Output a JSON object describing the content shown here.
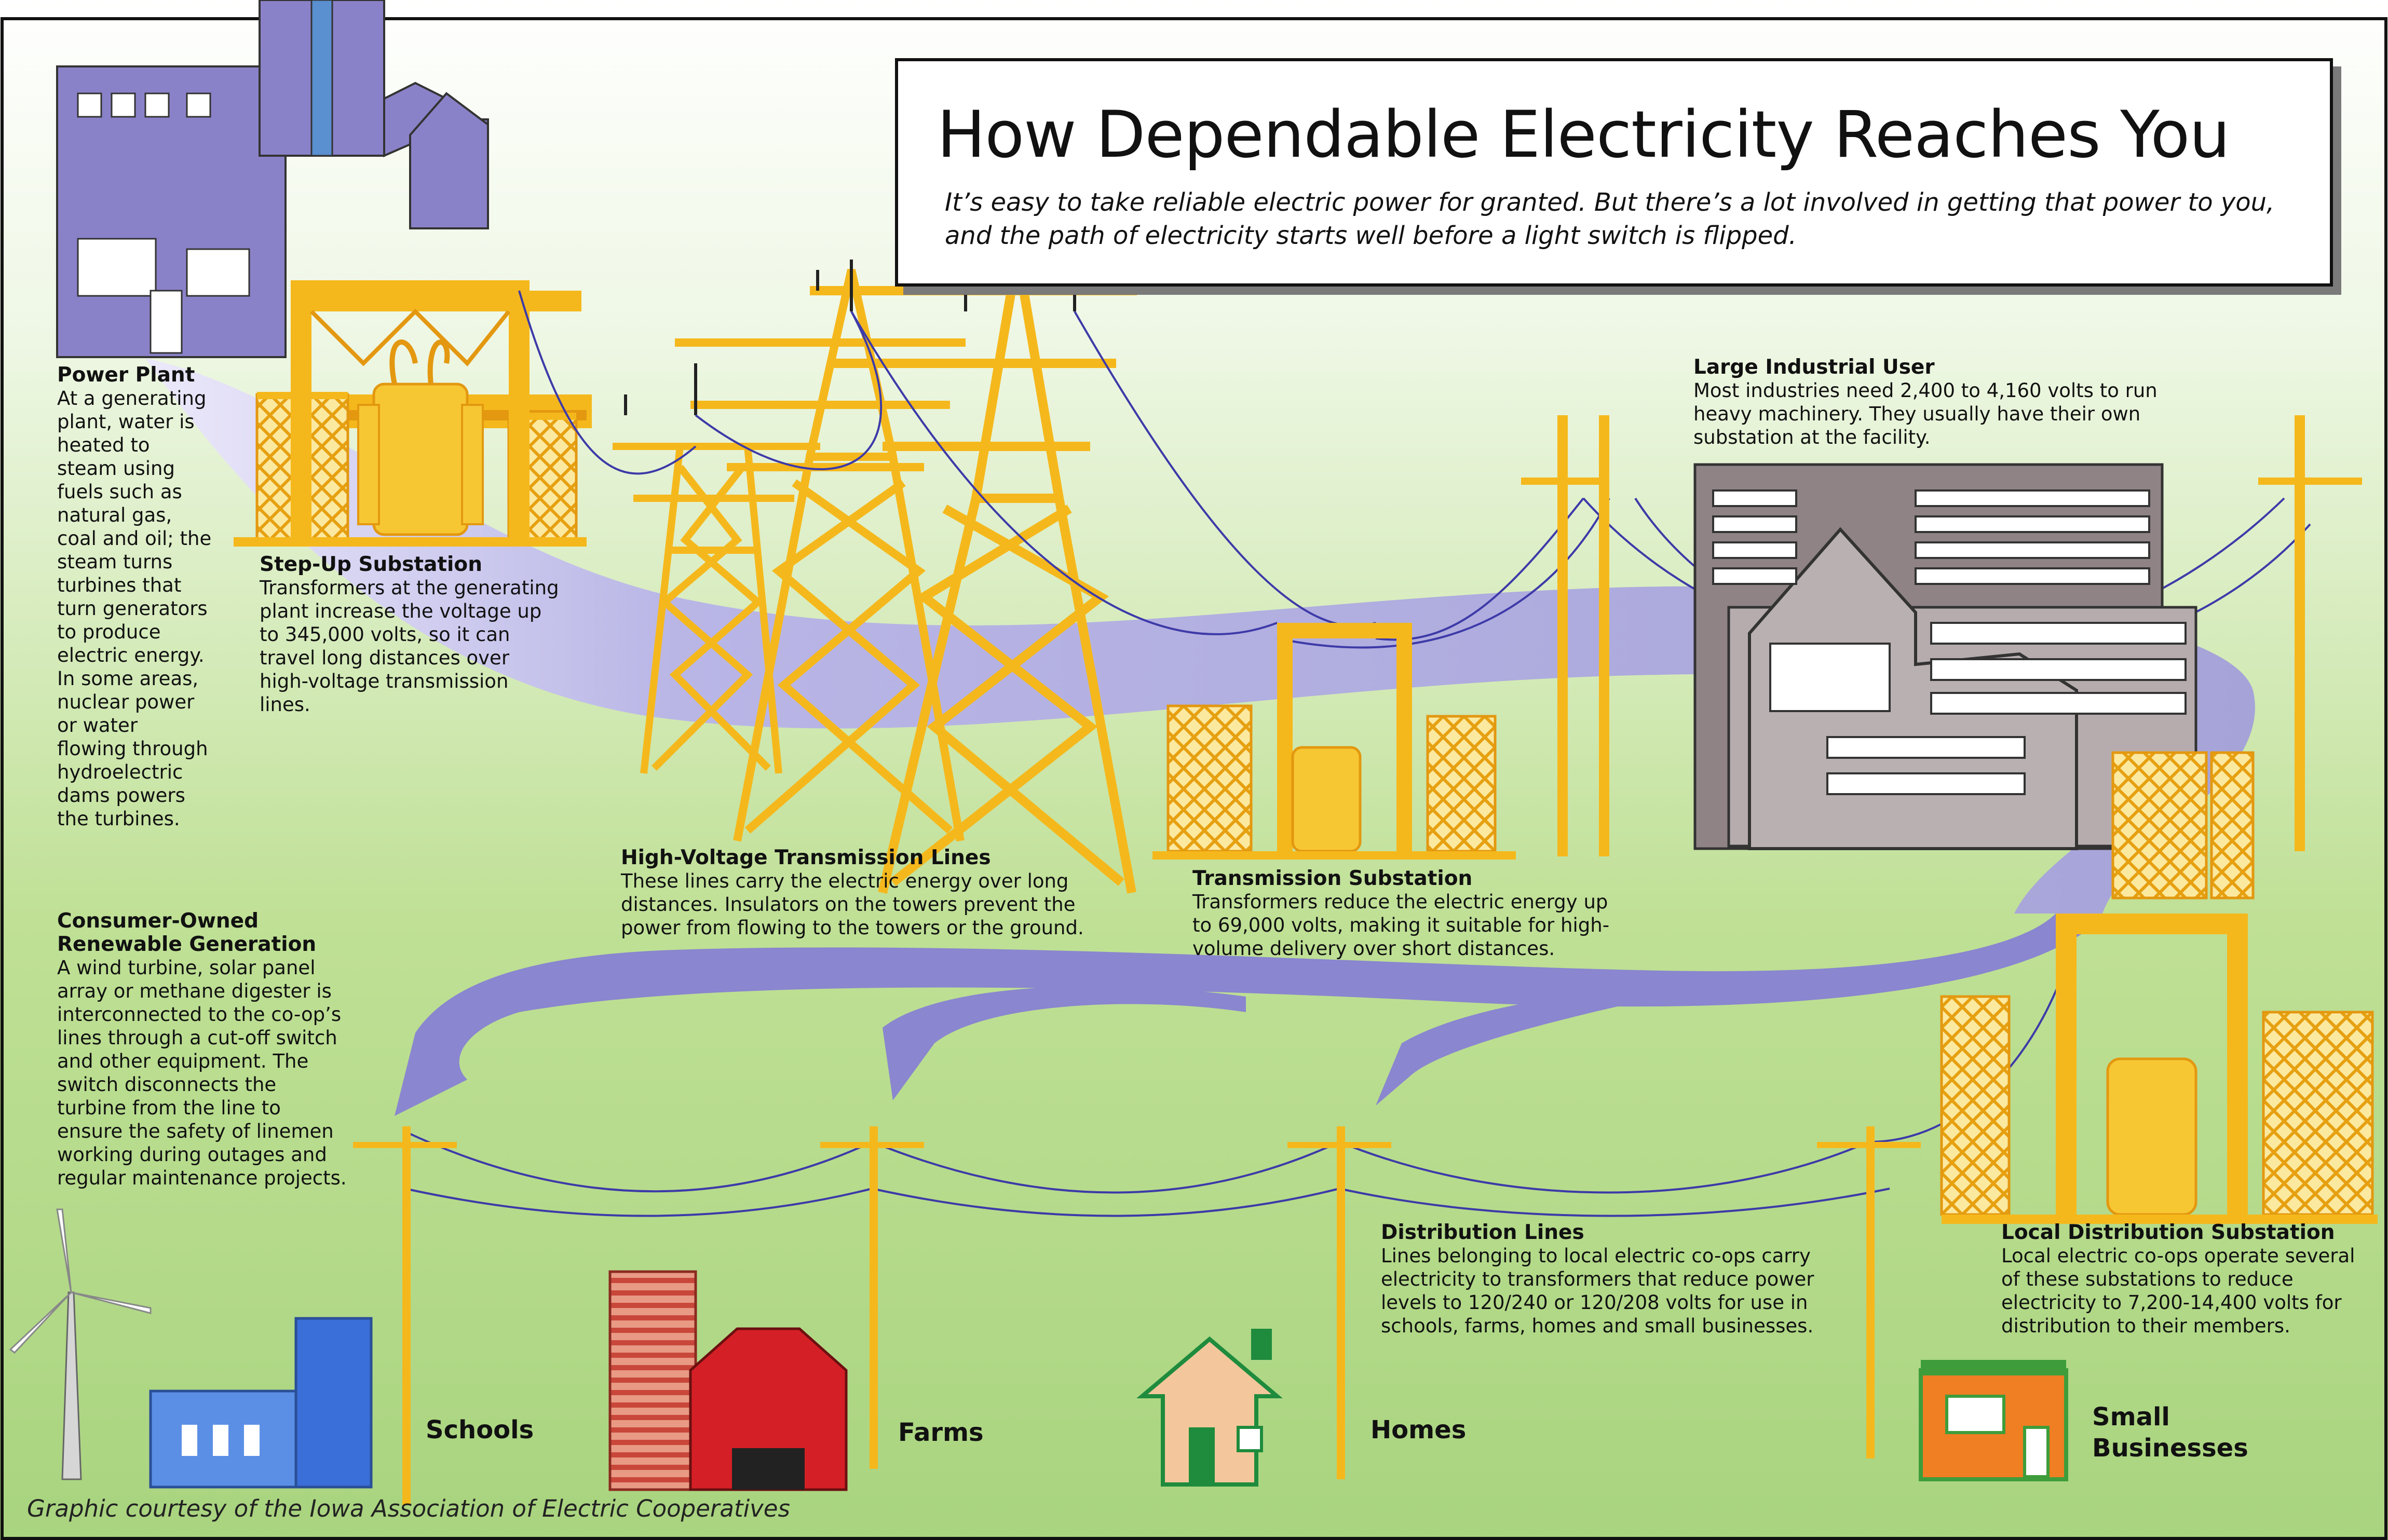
{
  "header": {
    "title": "How Dependable Electricity Reaches You",
    "subtitle": "It’s easy to take reliable electric power for granted.  But there’s a lot involved in getting that power to you, and the path of electricity starts well before a light switch is flipped."
  },
  "stages": {
    "power_plant": {
      "title": "Power Plant",
      "text": "At a generating plant, water is heated to steam using fuels such as natural gas, coal and oil; the steam turns turbines that turn generators to produce electric energy. In some areas, nuclear power or water flowing through hydroelectric dams powers the turbines."
    },
    "step_up": {
      "title": "Step-Up Substation",
      "text": "Transformers at the generating plant increase the voltage up to 345,000 volts, so it can travel long distances over high-voltage transmission lines."
    },
    "high_voltage": {
      "title": "High-Voltage Transmission Lines",
      "text": "These lines carry the electric energy over long distances. Insulators on the towers prevent the power from flowing to the towers or the ground."
    },
    "transmission_sub": {
      "title": "Transmission Substation",
      "text": "Transformers reduce the electric energy up to 69,000 volts, making it suitable for high-volume delivery over short distances."
    },
    "industrial": {
      "title": "Large Industrial User",
      "text": "Most industries need 2,400 to 4,160 volts to run heavy machinery. They usually have their own substation at the facility."
    },
    "renewable": {
      "title": "Consumer-Owned Renewable Generation",
      "text": "A wind turbine, solar panel array or methane digester is interconnected to the co-op’s lines through a cut-off switch and other equipment. The switch disconnects the turbine from the line to ensure the safety of linemen working during outages and regular maintenance projects."
    },
    "distribution_lines": {
      "title": "Distribution Lines",
      "text": "Lines belonging to local electric co-ops carry electricity to transformers that reduce power levels to 120/240 or 120/208 volts for use in schools, farms, homes and small businesses."
    },
    "local_sub": {
      "title": "Local Distribution Substation",
      "text": "Local electric co-ops operate several of these substations to reduce electricity to 7,200-14,400 volts for distribution to their members."
    }
  },
  "destinations": {
    "schools": "Schools",
    "farms": "Farms",
    "homes": "Homes",
    "small_businesses": "Small Businesses"
  },
  "credit": "Graphic courtesy of the Iowa Association of Electric Cooperatives",
  "colors": {
    "background_top": "#ffffff",
    "background_bottom": "#a9d47f",
    "flow_purple": "#a6a3d8",
    "arrow_purple": "#8a86cf",
    "structure_gold": "#f5b81c",
    "building_gray": "#a89ea0",
    "plant_purple": "#8a82c8"
  }
}
